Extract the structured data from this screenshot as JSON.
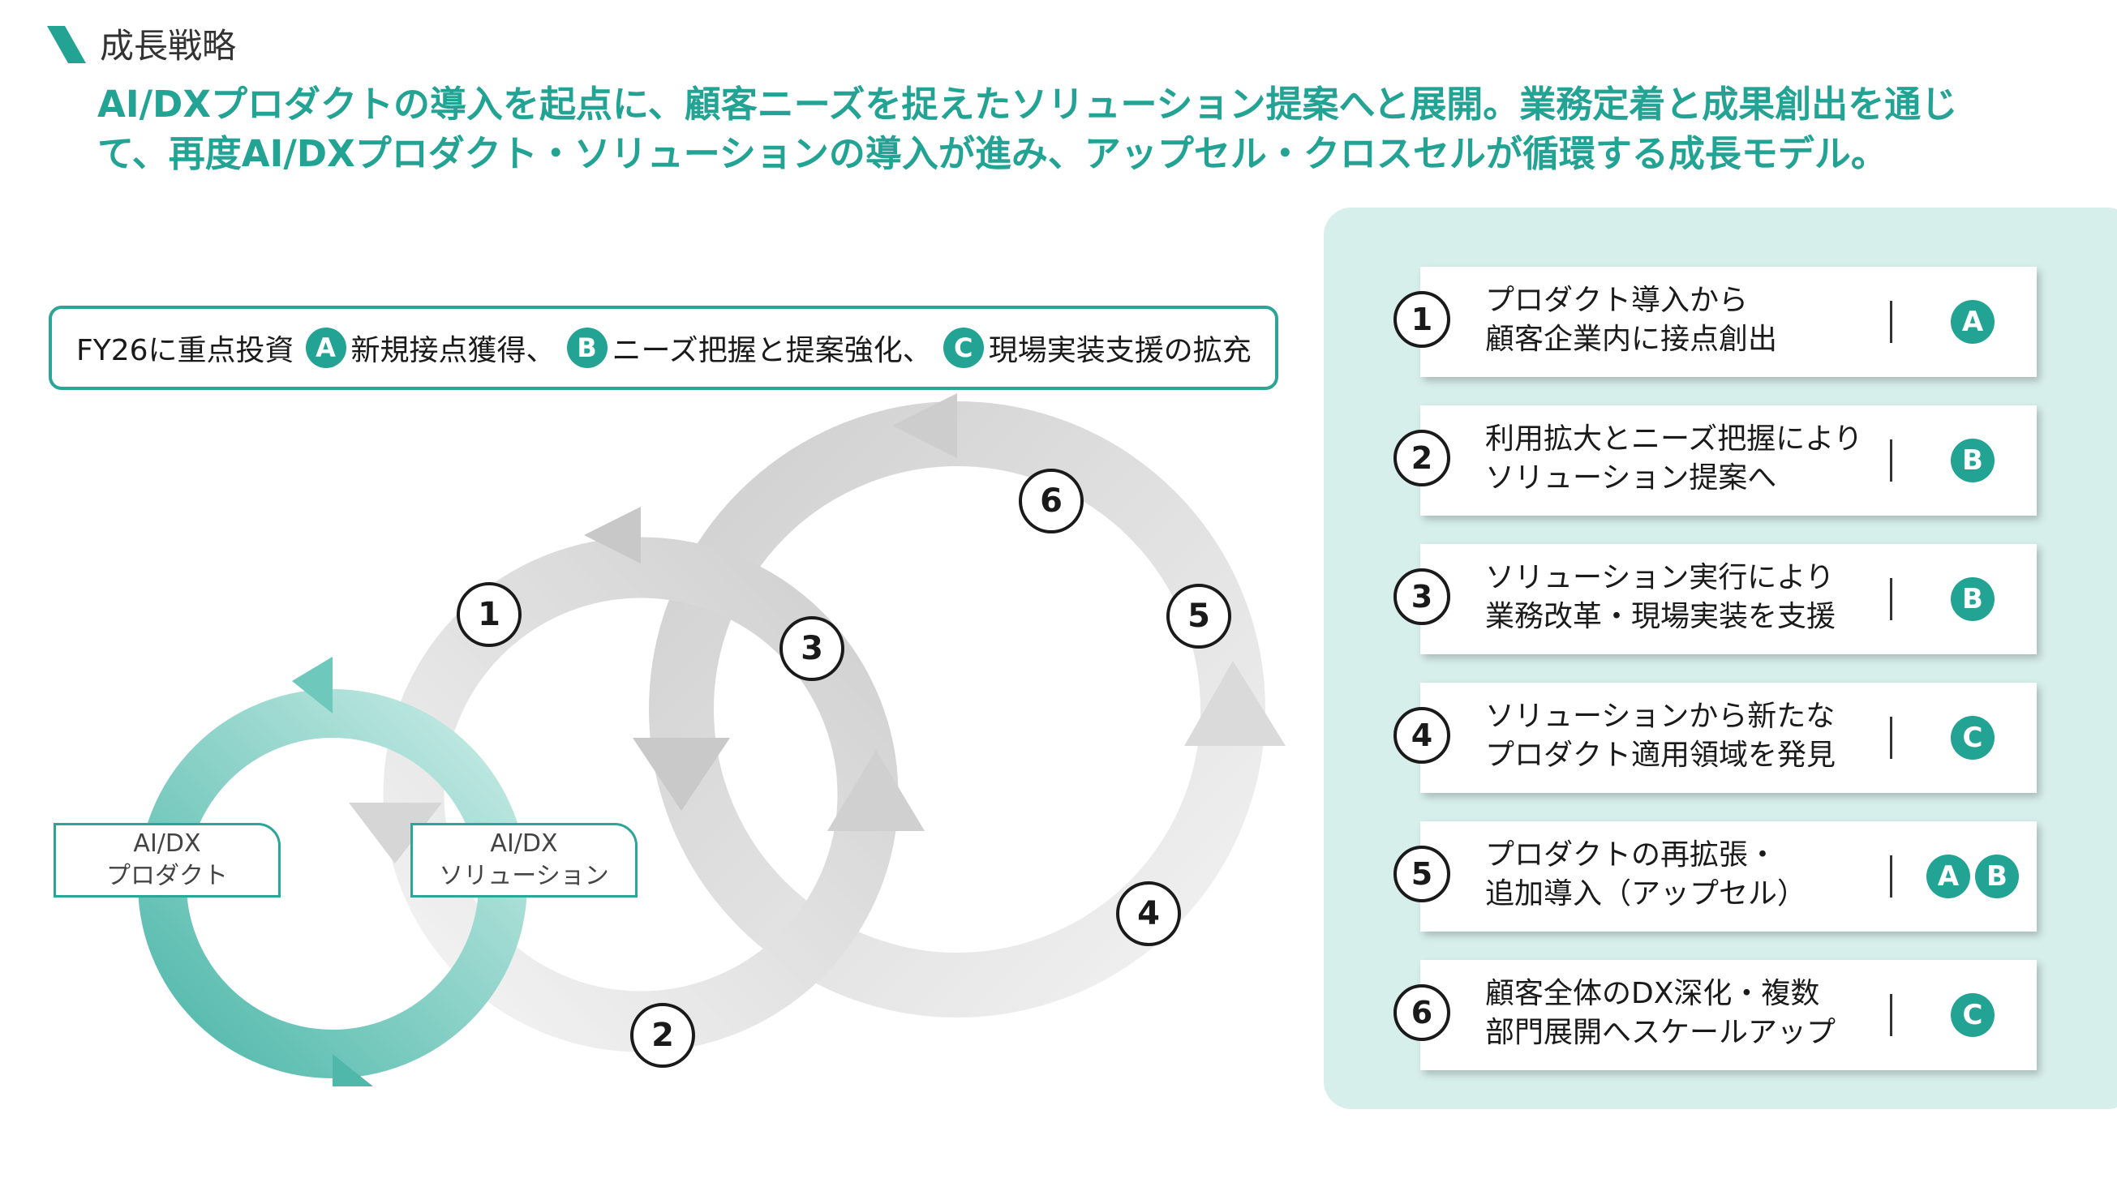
{
  "header": {
    "section_label": "成長戦略",
    "lead": "AI/DXプロダクトの導入を起点に、顧客ニーズを捉えたソリューション提案へと展開。業務定着と成果創出を通じて、再度AI/DXプロダクト・ソリューションの導入が進み、アップセル・クロスセルが循環する成長モデル。"
  },
  "focus": {
    "prefix": "FY26に重点投資",
    "items": [
      {
        "badge": "A",
        "label": "新規接点獲得、"
      },
      {
        "badge": "B",
        "label": "ニーズ把握と提案強化、"
      },
      {
        "badge": "C",
        "label": "現場実装支援の拡充"
      }
    ]
  },
  "diagram": {
    "tag_product": [
      "AI/DX",
      "プロダクト"
    ],
    "tag_solution": [
      "AI/DX",
      "ソリューション"
    ],
    "steps": [
      "1",
      "2",
      "3",
      "4",
      "5",
      "6"
    ]
  },
  "list": [
    {
      "num": "1",
      "text": "プロダクト導入から\n顧客企業内に接点創出",
      "badges": [
        "A"
      ]
    },
    {
      "num": "2",
      "text": "利用拡大とニーズ把握により\nソリューション提案へ",
      "badges": [
        "B"
      ]
    },
    {
      "num": "3",
      "text": "ソリューション実行により\n業務改革・現場実装を支援",
      "badges": [
        "B"
      ]
    },
    {
      "num": "4",
      "text": "ソリューションから新たな\nプロダクト適用領域を発見",
      "badges": [
        "C"
      ]
    },
    {
      "num": "5",
      "text": "プロダクトの再拡張・\n追加導入（アップセル）",
      "badges": [
        "A",
        "B"
      ]
    },
    {
      "num": "6",
      "text": "顧客全体のDX深化・複数\n部門展開へスケールアップ",
      "badges": [
        "C"
      ]
    }
  ],
  "colors": {
    "accent": "#22a394",
    "panel": "#d7efeb",
    "ring_teal": "#5cc0b3",
    "ring_gray": "#d9d9d9"
  }
}
